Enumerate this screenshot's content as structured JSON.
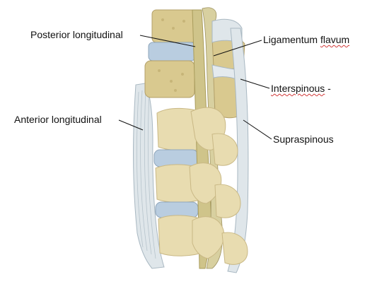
{
  "labels": {
    "posterior_longitudinal": "Posterior longitudinal",
    "ligamentum_flavum_1": "Ligamentum",
    "ligamentum_flavum_2": "flavum",
    "interspinous_1": "Interspinous",
    "interspinous_2": "-",
    "anterior_longitudinal": "Anterior longitudinal",
    "supraspinous": "Supraspinous"
  },
  "colors": {
    "bone": "#e8dcb0",
    "bone_shade": "#c9b885",
    "cancellous": "#d9c98f",
    "disc": "#b9cde0",
    "ligament": "#dfe6ea",
    "ligament_line": "#a9b8c2",
    "spinal_cord": "#cfc48a",
    "leader_line": "#111111",
    "spell_underline": "#d23a3a"
  }
}
